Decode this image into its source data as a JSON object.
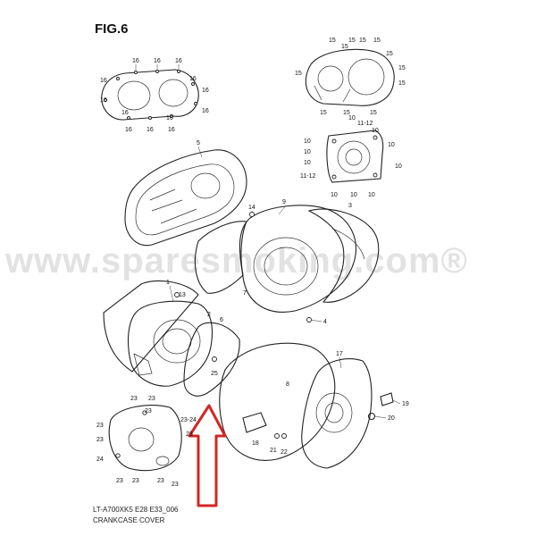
{
  "figure": {
    "title": "FIG.6",
    "model_code": "LT-A700XK5 E28 E33_006",
    "caption": "CRANKCASE COVER",
    "watermark": "www.sparesmoking.com®"
  },
  "colors": {
    "line": "#222222",
    "arrow": "#d22626",
    "watermark": "#bebebe"
  },
  "callouts": {
    "c1": "16",
    "c2": "16",
    "c3": "16",
    "c4": "16",
    "c5": "16",
    "c6": "16",
    "c7": "16",
    "c8": "16",
    "c9": "16",
    "c10": "16",
    "c11": "16",
    "c12": "16",
    "c13": "16",
    "c14": "15",
    "c15": "15",
    "c16": "15",
    "c17": "15",
    "c18": "15",
    "c19": "15",
    "c20": "15",
    "c21": "15",
    "c22": "15",
    "c23": "15",
    "c24": "15",
    "c25": "15",
    "c26": "10",
    "c27": "11-12",
    "c28": "10",
    "c29": "10",
    "c30": "10",
    "c31": "10",
    "c32": "10",
    "c33": "11-12",
    "c34": "10",
    "c35": "10",
    "c36": "10",
    "c37": "10",
    "c38": "5",
    "c39": "14",
    "c40": "9",
    "c41": "3",
    "c42": "7",
    "c43": "13",
    "c44": "1",
    "c45": "2",
    "c46": "6",
    "c47": "4",
    "c48": "25",
    "c49": "17",
    "c50": "8",
    "c51": "19",
    "c52": "20",
    "c53": "23",
    "c54": "23",
    "c55": "23",
    "c56": "23-24",
    "c57": "23",
    "c58": "23",
    "c59": "24",
    "c60": "23",
    "c61": "23",
    "c62": "23",
    "c63": "23",
    "c64": "23",
    "c65": "18",
    "c66": "21",
    "c67": "22"
  }
}
